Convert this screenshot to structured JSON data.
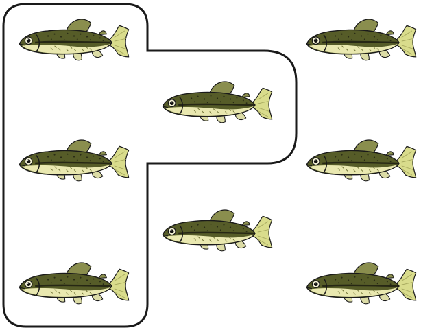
{
  "colors": {
    "background": "#ffffff",
    "outline": "#1a1a1a",
    "fish_back": "#565c28",
    "fish_belly": "#e9e8b0",
    "fish_stripe": "#262714",
    "fish_tail": "#d9dc8c",
    "fish_fin": "#8a8e4e"
  },
  "icons": {
    "fish": "fish-icon",
    "outline": "grouping-outline"
  },
  "scene": {
    "fish_total": 8,
    "fish_inside_outline": 4,
    "fish_outside_outline": 4
  }
}
